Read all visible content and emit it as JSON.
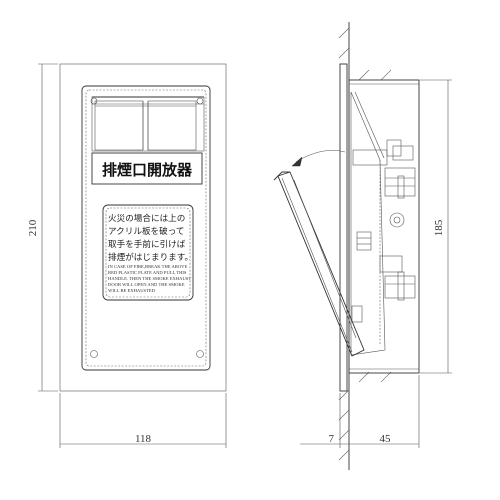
{
  "front_view": {
    "label_plate": "排煙口開放器",
    "instructions_jp": [
      "火災の場合には上の",
      "アクリル板を破って",
      "取手を手前に引けば",
      "排煙がはじまります。"
    ],
    "instructions_en": [
      "IN CASE OF FIRE,BREAK THE ABOVE",
      "RED PLASTIC PLATE AND PULL THIS",
      "HANDLE.  THEN THE SMOKE EXHAUST",
      "DOOR WILL OPEN AND THE SMOKE",
      "WILL BE EXHAUSTED"
    ]
  },
  "dimensions": {
    "height_front": "210",
    "width_front": "118",
    "height_side": "185",
    "flange_side": "7",
    "depth_side": "45"
  }
}
